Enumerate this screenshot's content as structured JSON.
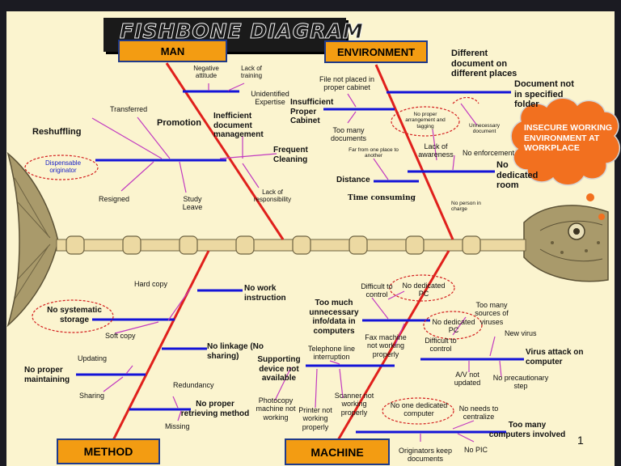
{
  "title": "FISHBONE DIAGRAM",
  "effect": "INSECURE WORKING ENVIRONMENT AT WORKPLACE",
  "page_number": "1",
  "colors": {
    "spine_red": "#e0201c",
    "bone_blue": "#1414d8",
    "category_fill": "#f39c12",
    "effect_fill": "#f2701f",
    "board": "#fbf4cf"
  },
  "categories": {
    "man": "MAN",
    "environment": "ENVIRONMENT",
    "method": "METHOD",
    "machine": "MACHINE"
  },
  "man": {
    "reshuffling": "Reshuffling",
    "transferred": "Transferred",
    "promotion": "Promotion",
    "dispensable_originator": "Dispensable originator",
    "resigned": "Resigned",
    "study_leave": "Study Leave",
    "negative_attitude": "Negative attitude",
    "lack_of_training": "Lack of training",
    "unidentified_expertise": "Unidentified Expertise",
    "inefficient_document_management": "Inefficient document management",
    "frequent_cleaning": "Frequent Cleaning",
    "lack_of_responsibility": "Lack of responsibility"
  },
  "environment": {
    "different_document_on_different_places": "Different document on different places",
    "document_not_in_specified_folder": "Document not in specified folder",
    "file_not_placed_in_proper_cabinet": "File not placed in proper cabinet",
    "insufficient_proper_cabinet": "Insufficient Proper Cabinet",
    "too_many_documents": "Too many documents",
    "no_proper_arrangement_and_tagging": "No proper arrangement and tagging",
    "unnecessary_document": "Unnecessary document",
    "far_from_one_place_to_another": "Far from one place to another",
    "lack_of_awareness": "Lack of awareness",
    "no_enforcement": "No enforcement",
    "no_dedicated_room": "No dedicated room",
    "distance": "Distance",
    "time_consuming": "Time consuming",
    "no_person_in_charge": "No person in charge"
  },
  "method": {
    "hard_copy": "Hard copy",
    "no_work_instruction": "No work instruction",
    "no_systematic_storage": "No systematic storage",
    "soft_copy": "Soft copy",
    "no_linkage_no_sharing": "No linkage (No sharing)",
    "updating": "Updating",
    "no_proper_maintaining": "No proper maintaining",
    "sharing": "Sharing",
    "redundancy": "Redundancy",
    "no_proper_retrieving_method": "No proper retrieving method",
    "missing": "Missing"
  },
  "machine": {
    "difficult_to_control_1": "Difficult to control",
    "no_dedicated_pc_1": "No dedicated PC",
    "too_much_unnecessary_info": "Too much unnecessary info/data in computers",
    "too_many_sources_of_viruses": "Too many sources of viruses",
    "no_dedicated_pc_2": "No dedicated PC",
    "difficult_to_control_2": "Difficult to control",
    "new_virus": "New virus",
    "fax_machine_not_working_properly": "Fax machine not working properly",
    "telephone_line_interruption": "Telephone line interruption",
    "supporting_device_not_available": "Supporting device not available",
    "virus_attack_on_computer": "Virus attack on computer",
    "av_not_updated": "A/V not updated",
    "no_precautionary_step": "No precautionary step",
    "photocopy_machine_not_working": "Photocopy machine not working",
    "printer_not_working_properly": "Printer not working properly",
    "scanner_not_working_properly": "Scanner not working properly",
    "no_one_dedicated_computer": "No one dedicated computer",
    "no_needs_to_centralize": "No needs to centralize",
    "too_many_computers_involved": "Too many computers involved",
    "originators_keep_documents": "Originators keep documents",
    "no_pic": "No PIC"
  }
}
